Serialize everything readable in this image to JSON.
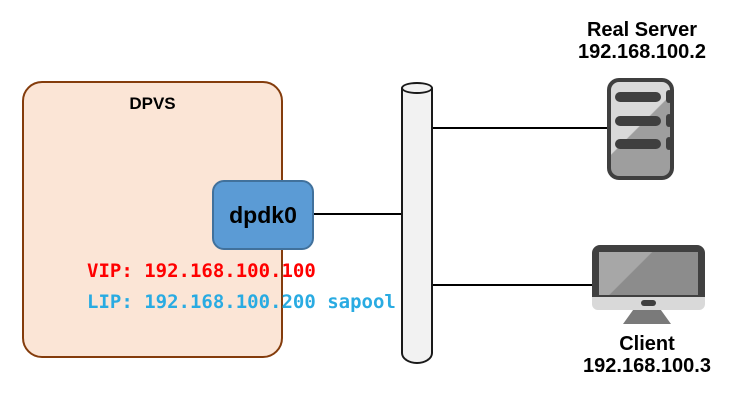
{
  "colors": {
    "dpvs_fill": "#FBE5D6",
    "dpvs_border": "#843C0C",
    "port_fill": "#5B9BD5",
    "port_border": "#41719C",
    "vip_text": "#FF0000",
    "lip_text": "#29ABE2",
    "connector": "#000000",
    "switch_fill": "#F2F2F2",
    "switch_border": "#1A1A1A",
    "icon_dark": "#3F3F3F",
    "icon_gray": "#9E9E9E",
    "icon_light": "#D9D9D9"
  },
  "dpvs": {
    "title": "DPVS",
    "port_label": "dpdk0",
    "vip_line": "VIP: 192.168.100.100",
    "lip_line": "LIP: 192.168.100.200 sapool"
  },
  "real_server": {
    "name": "Real Server",
    "ip": "192.168.100.2"
  },
  "client": {
    "name": "Client",
    "ip": "192.168.100.3"
  }
}
